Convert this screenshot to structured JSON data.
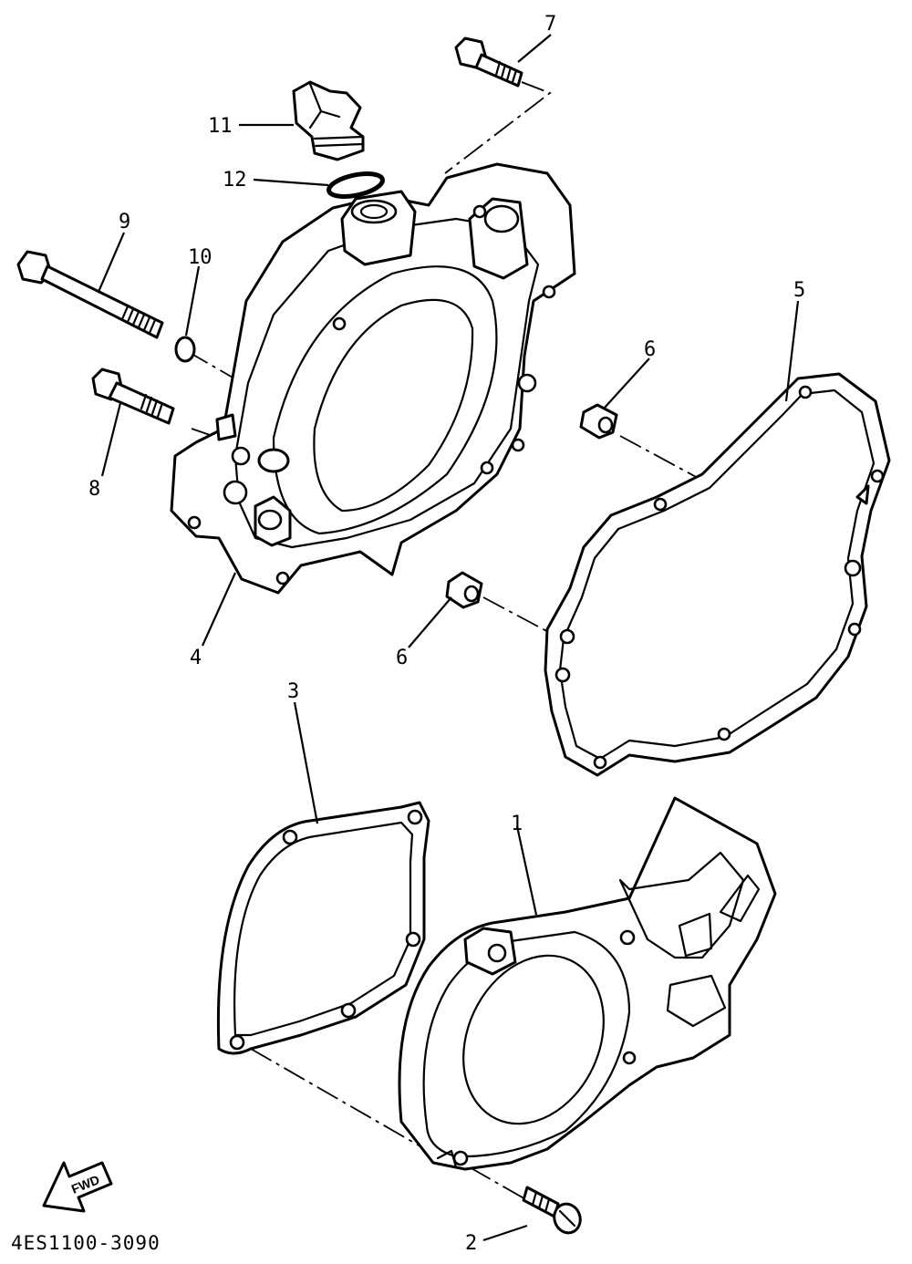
{
  "callouts": {
    "p1": "1",
    "p2": "2",
    "p3": "3",
    "p4": "4",
    "p5": "5",
    "p6a": "6",
    "p6b": "6",
    "p7": "7",
    "p8": "8",
    "p9": "9",
    "p10": "10",
    "p11": "11",
    "p12": "12"
  },
  "forward_badge": "FWD",
  "diagram_code": "4ES1100-3090"
}
